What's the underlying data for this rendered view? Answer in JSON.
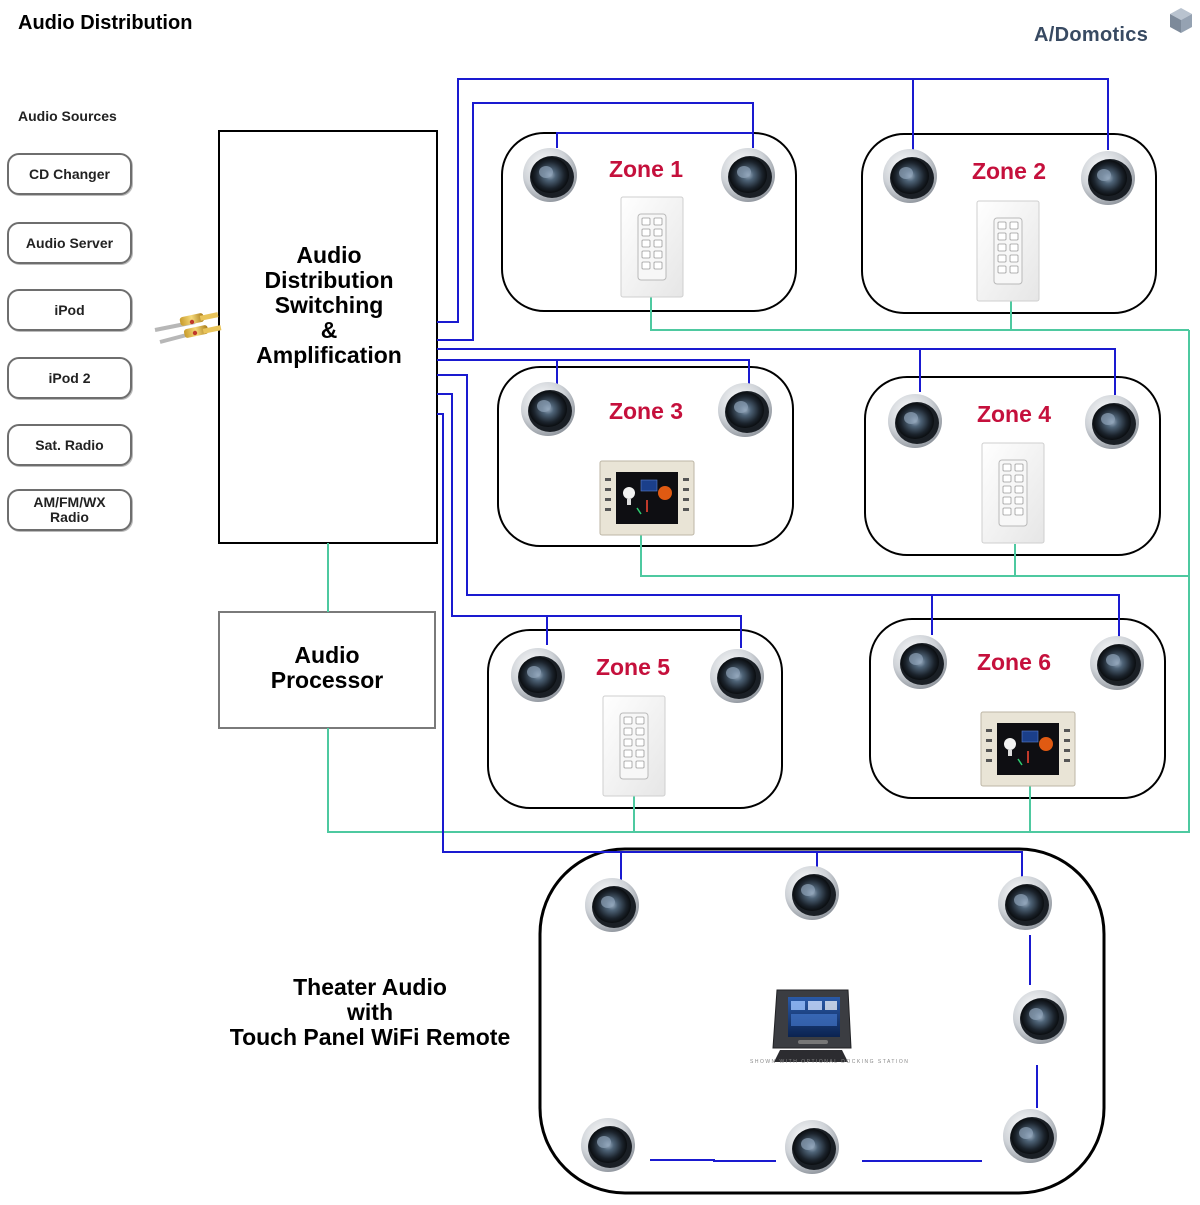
{
  "header": {
    "title": "Audio Distribution",
    "logo_text": "A/Domotics"
  },
  "sources": {
    "title": "Audio Sources",
    "items": [
      "CD Changer",
      "Audio Server",
      "iPod",
      "iPod 2",
      "Sat. Radio",
      "AM/FM/WX\nRadio"
    ]
  },
  "amplifier": {
    "label": "Audio\nDistribution\nSwitching\n&\nAmplification"
  },
  "processor": {
    "label": "Audio\nProcessor"
  },
  "zones": [
    {
      "name": "Zone 1",
      "control": "keypad"
    },
    {
      "name": "Zone 2",
      "control": "keypad"
    },
    {
      "name": "Zone 3",
      "control": "touchscreen"
    },
    {
      "name": "Zone 4",
      "control": "keypad"
    },
    {
      "name": "Zone 5",
      "control": "keypad"
    },
    {
      "name": "Zone 6",
      "control": "touchscreen"
    }
  ],
  "theater": {
    "label": "Theater Audio\nwith\nTouch Panel WiFi Remote",
    "remote_caption": "SHOWN WITH OPTIONAL DOCKING STATION"
  },
  "colors": {
    "speaker_wire": "#1a1ad0",
    "control_wire": "#4ec9a0",
    "zone_title": "#c5103c",
    "logo": "#384a62"
  },
  "icons": [
    "speaker-icon",
    "keypad-icon",
    "touchscreen-icon",
    "rca-cable-icon",
    "wifi-remote-icon",
    "logo-cube-icon"
  ]
}
